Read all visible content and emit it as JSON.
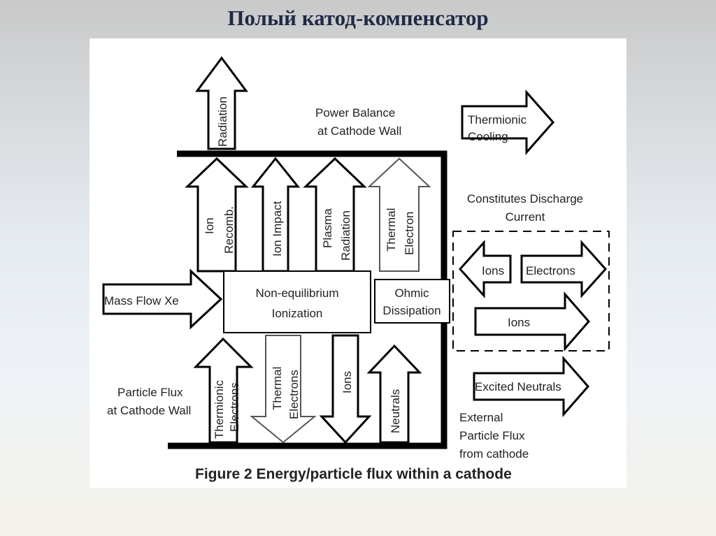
{
  "slide": {
    "title": "Полый катод-компенсатор"
  },
  "diagram": {
    "caption": "Figure 2 Energy/particle flux within a cathode",
    "power_balance": [
      "Power Balance",
      "at Cathode Wall"
    ],
    "particle_flux": [
      "Particle Flux",
      "at Cathode Wall"
    ],
    "external_flux": [
      "External",
      "Particle Flux",
      "from cathode"
    ],
    "discharge_current": [
      "Constitutes Discharge",
      "Current"
    ],
    "arrows": {
      "radiation": "Radiation",
      "ion_recomb": [
        "Ion",
        "Recomb."
      ],
      "ion_impact": "Ion Impact",
      "plasma_radiation": [
        "Plasma",
        "Radiation"
      ],
      "thermal_electron": [
        "Thermal",
        "Electron"
      ],
      "thermionic_cooling": [
        "Thermionic",
        "Cooling"
      ],
      "mass_flow": "Mass Flow Xe",
      "ions_left": "Ions",
      "electrons_right": "Electrons",
      "ions_right": "Ions",
      "excited_neutrals": "Excited Neutrals",
      "thermionic_electrons": [
        "Thermionic",
        "Electrons"
      ],
      "thermal_electrons": [
        "Thermal",
        "Electrons"
      ],
      "ions_down": "Ions",
      "neutrals": "Neutrals"
    },
    "boxes": {
      "ionization": [
        "Non-equilibrium",
        "Ionization"
      ],
      "ohmic": [
        "Ohmic",
        "Dissipation"
      ]
    }
  }
}
